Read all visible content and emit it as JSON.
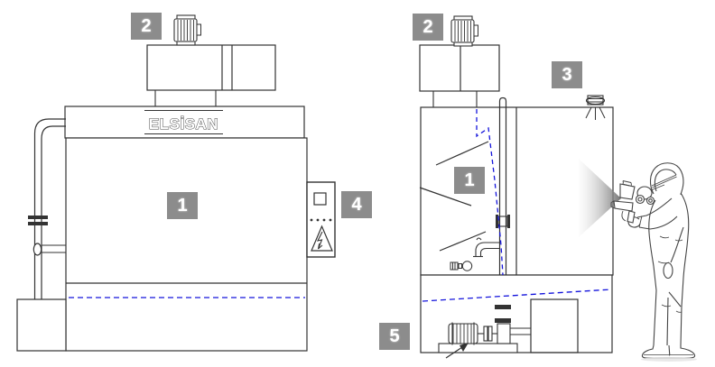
{
  "diagram": {
    "brand_logo": "ELSİSAN",
    "callouts": {
      "cabin": "1",
      "fan_motor": "2",
      "spray_nozzle": "3",
      "control_panel": "4",
      "pump": "5"
    },
    "colors": {
      "line": "#333333",
      "callout_background": "#8c8c8c",
      "callout_number": "#ffffff",
      "water_level_dashed": "#1414dc",
      "spray_cone": "#8a8a8a"
    }
  }
}
